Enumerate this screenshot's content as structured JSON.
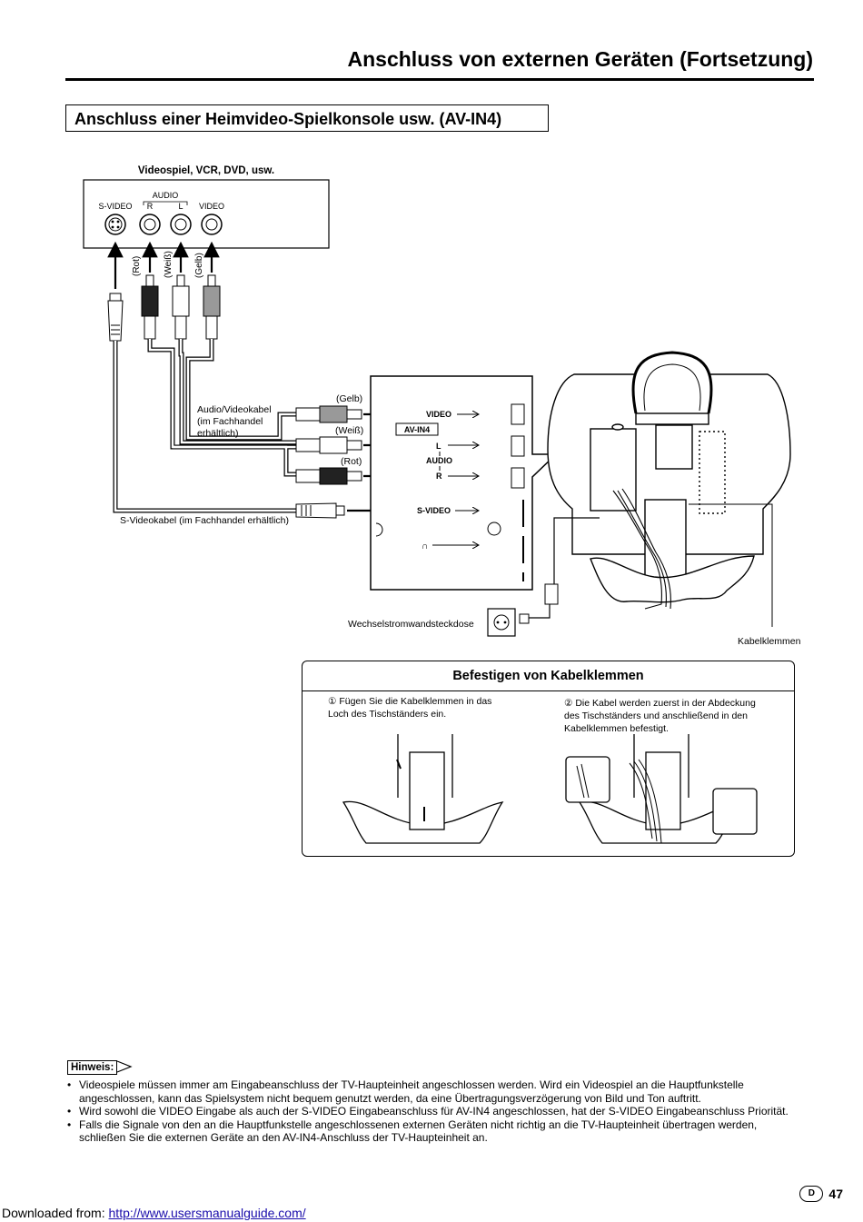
{
  "header": {
    "title": "Anschluss von externen Geräten (Fortsetzung)",
    "section": "Anschluss einer Heimvideo-Spielkonsole usw. (AV-IN4)"
  },
  "diagram": {
    "device_title": "Videospiel, VCR, DVD, usw.",
    "audio_label": "AUDIO",
    "svideo_label": "S-VIDEO",
    "r_label": "R",
    "l_label": "L",
    "video_label": "VIDEO",
    "rot": "(Rot)",
    "weiss": "(Weiß)",
    "gelb": "(Gelb)",
    "av_cable": [
      "Audio/Videokabel",
      "(im Fachhandel",
      "erhältlich)"
    ],
    "svideo_cable": "S-Videokabel (im Fachhandel erhältlich)",
    "panel_video": "VIDEO",
    "panel_avin": "AV-IN4",
    "panel_l": "L",
    "panel_audio": "AUDIO",
    "panel_r": "R",
    "panel_svideo": "S-VIDEO",
    "outlet_label": "Wechselstromwandsteckdose",
    "clamps_label": "Kabelklemmen"
  },
  "clip_box": {
    "title": "Befestigen von Kabelklemmen",
    "step1": "① Fügen Sie die Kabelklemmen in das Loch des Tischständers ein.",
    "step2": "② Die Kabel werden zuerst in der Abdeckung des Tischständers und anschließend in den Kabelklemmen befestigt."
  },
  "notes": {
    "label": "Hinweis:",
    "items": [
      "Videospiele müssen immer am Eingabeanschluss der TV-Haupteinheit angeschlossen werden. Wird ein Videospiel an die Hauptfunkstelle angeschlossen, kann das Spielsystem nicht bequem genutzt werden, da eine Übertragungsverzögerung von Bild und Ton auftritt.",
      "Wird sowohl die VIDEO Eingabe als auch der S-VIDEO Eingabeanschluss für AV-IN4 angeschlossen, hat der S-VIDEO Eingabeanschluss Priorität.",
      "Falls die Signale von den an die Hauptfunkstelle angeschlossenen externen Geräten nicht richtig an die TV-Haupteinheit übertragen werden, schließen Sie die externen Geräte an den AV-IN4-Anschluss der TV-Haupteinheit an."
    ]
  },
  "page": {
    "lang": "D",
    "number": "47"
  },
  "footer": {
    "prefix": "Downloaded from:",
    "url": "http://www.usersmanualguide.com/"
  }
}
